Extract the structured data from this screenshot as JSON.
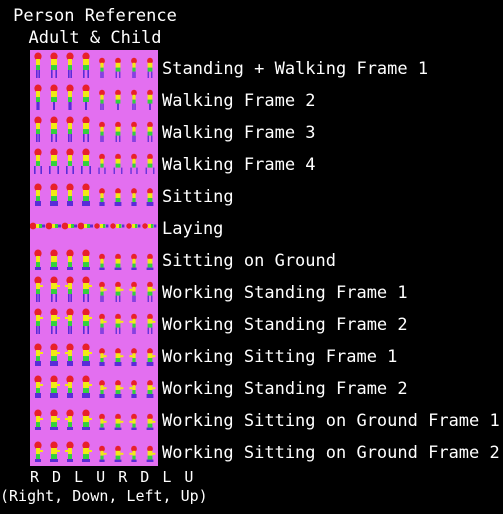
{
  "header": {
    "line1": "Person Reference",
    "line2": "Adult & Child"
  },
  "rows": [
    {
      "label": "Standing + Walking Frame 1",
      "pose": "stand"
    },
    {
      "label": "Walking Frame 2",
      "pose": "walk-a"
    },
    {
      "label": "Walking Frame 3",
      "pose": "walk-b"
    },
    {
      "label": "Walking Frame 4",
      "pose": "walk-c"
    },
    {
      "label": "Sitting",
      "pose": "sit"
    },
    {
      "label": "Laying",
      "pose": "lay"
    },
    {
      "label": "Sitting on Ground",
      "pose": "ground"
    },
    {
      "label": "Working Standing Frame 1",
      "pose": "work-stand"
    },
    {
      "label": "Working Standing Frame 2",
      "pose": "work-stand"
    },
    {
      "label": "Working Sitting Frame 1",
      "pose": "work-sit"
    },
    {
      "label": "Working Standing Frame 2",
      "pose": "work-sit"
    },
    {
      "label": "Working Sitting on Ground Frame 1",
      "pose": "work-ground"
    },
    {
      "label": "Working Sitting on Ground Frame 2",
      "pose": "work-ground"
    }
  ],
  "footer": {
    "directions": "R D L U R D L U",
    "legend": "(Right, Down, Left, Up)"
  },
  "colors": {
    "sheet_background": "#e36ff0",
    "head": "#e8202a",
    "torso_top": "#f2ea14",
    "torso_bottom": "#32d23c",
    "legs": "#5a2cd8",
    "text": "#ffffff"
  }
}
